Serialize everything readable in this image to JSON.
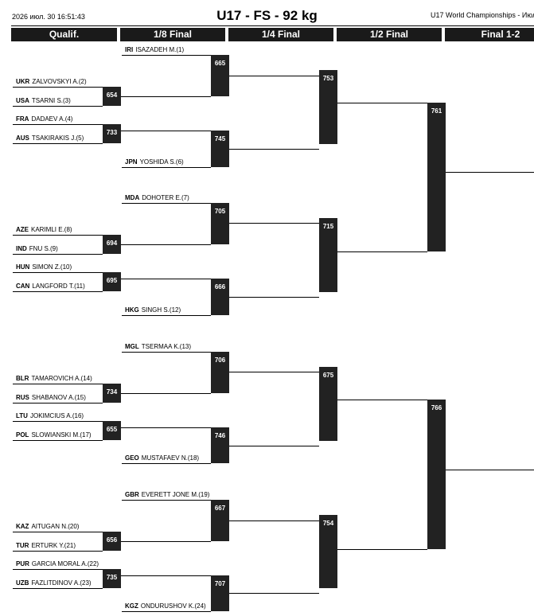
{
  "header": {
    "date": "2026 июл. 30 16:51:43",
    "title": "U17 - FS - 92 kg",
    "event": "U17 World Championships - Июл."
  },
  "rounds": [
    "Qualif.",
    "1/8 Final",
    "1/4 Final",
    "1/2 Final",
    "Final 1-2"
  ],
  "athletes": [
    {
      "nat": "IRI",
      "name": "ISAZADEH M.(1)"
    },
    {
      "nat": "UKR",
      "name": "ZALVOVSKYI A.(2)"
    },
    {
      "nat": "USA",
      "name": "TSARNI S.(3)"
    },
    {
      "nat": "FRA",
      "name": "DADAEV A.(4)"
    },
    {
      "nat": "AUS",
      "name": "TSAKIRAKIS J.(5)"
    },
    {
      "nat": "JPN",
      "name": "YOSHIDA S.(6)"
    },
    {
      "nat": "MDA",
      "name": "DOHOTER E.(7)"
    },
    {
      "nat": "AZE",
      "name": "KARIMLI E.(8)"
    },
    {
      "nat": "IND",
      "name": "FNU S.(9)"
    },
    {
      "nat": "HUN",
      "name": "SIMON Z.(10)"
    },
    {
      "nat": "CAN",
      "name": "LANGFORD T.(11)"
    },
    {
      "nat": "HKG",
      "name": "SINGH S.(12)"
    },
    {
      "nat": "MGL",
      "name": "TSERMAA K.(13)"
    },
    {
      "nat": "BLR",
      "name": "TAMAROVICH A.(14)"
    },
    {
      "nat": "RUS",
      "name": "SHABANOV A.(15)"
    },
    {
      "nat": "LTU",
      "name": "JOKIMCIUS A.(16)"
    },
    {
      "nat": "POL",
      "name": "SLOWIANSKI M.(17)"
    },
    {
      "nat": "GEO",
      "name": "MUSTAFAEV N.(18)"
    },
    {
      "nat": "GBR",
      "name": "EVERETT JONE M.(19)"
    },
    {
      "nat": "KAZ",
      "name": "AITUGAN N.(20)"
    },
    {
      "nat": "TUR",
      "name": "ERTURK Y.(21)"
    },
    {
      "nat": "PUR",
      "name": "GARCIA MORAL A.(22)"
    },
    {
      "nat": "UZB",
      "name": "FAZLITDINOV A.(23)"
    },
    {
      "nat": "KGZ",
      "name": "ONDURUSHOV K.(24)"
    }
  ],
  "bouts": {
    "qualif": [
      "654",
      "733",
      "694",
      "695",
      "734",
      "655",
      "656",
      "735"
    ],
    "r16": [
      "665",
      "745",
      "705",
      "666",
      "706",
      "746",
      "667",
      "707"
    ],
    "qf": [
      "753",
      "715",
      "675",
      "754"
    ],
    "sf": [
      "761",
      "766"
    ]
  }
}
